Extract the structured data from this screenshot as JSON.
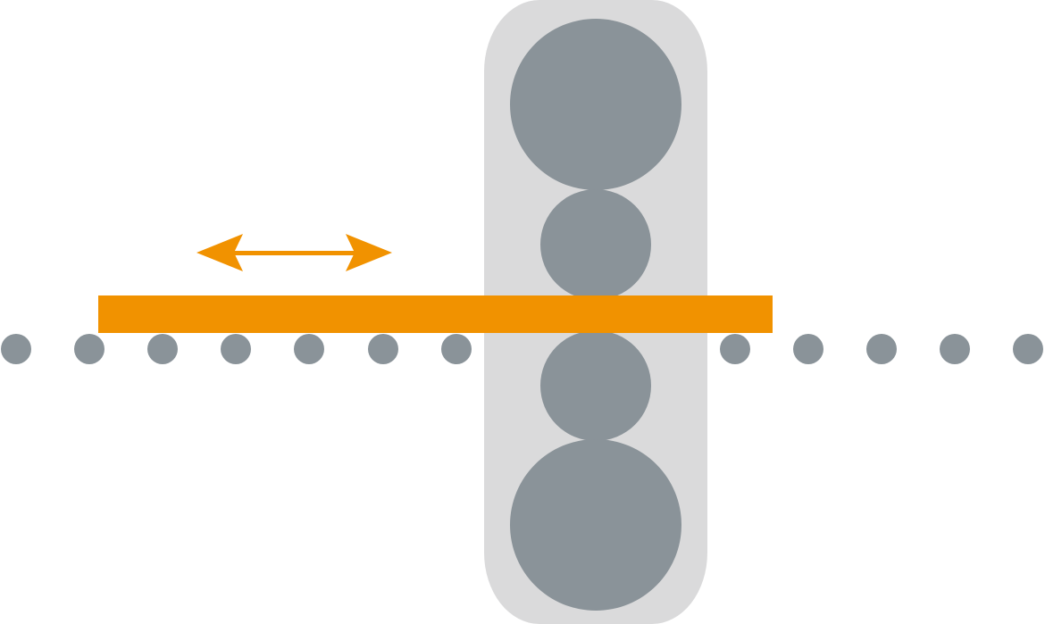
{
  "diagram": {
    "description_labels": [],
    "colors": {
      "background": "#ffffff",
      "housing": "#dadadb",
      "rolls": "#8a9399",
      "table_rollers": "#8a9399",
      "slab": "#f19200",
      "arrow": "#f19200"
    },
    "icons": {
      "direction_arrow": "double-headed-arrow-icon"
    },
    "components": {
      "stand": "rolling-stand",
      "work_rolls": "work-rolls",
      "backup_rolls": "backup-rolls",
      "slab": "slab",
      "roller_table": "roller-table"
    },
    "roller_table": {
      "left_roller_count": 7,
      "right_roller_count": 5
    }
  }
}
